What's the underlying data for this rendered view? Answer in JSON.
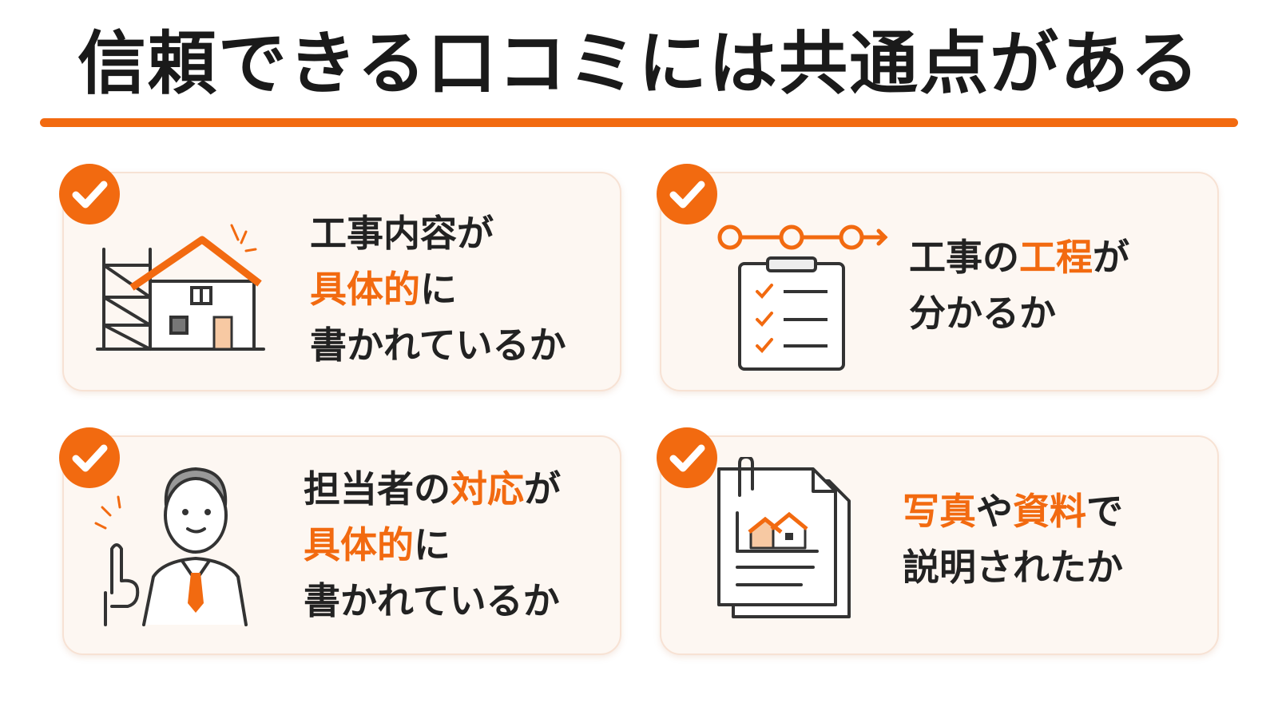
{
  "title": "信頼できる口コミには共通点がある",
  "colors": {
    "accent": "#f26a10",
    "card_bg": "#fdf7f2",
    "text": "#222222"
  },
  "cards": [
    {
      "icon": "house-scaffold-icon",
      "lines": [
        [
          {
            "t": "工事内容が",
            "hl": false
          }
        ],
        [
          {
            "t": "具体的",
            "hl": true
          },
          {
            "t": "に",
            "hl": false
          }
        ],
        [
          {
            "t": "書かれているか",
            "hl": false
          }
        ]
      ]
    },
    {
      "icon": "clipboard-checklist-icon",
      "lines": [
        [
          {
            "t": "工事の",
            "hl": false
          },
          {
            "t": "工程",
            "hl": true
          },
          {
            "t": "が",
            "hl": false
          }
        ],
        [
          {
            "t": "分かるか",
            "hl": false
          }
        ]
      ]
    },
    {
      "icon": "person-pointing-icon",
      "lines": [
        [
          {
            "t": "担当者の",
            "hl": false
          },
          {
            "t": "対応",
            "hl": true
          },
          {
            "t": "が",
            "hl": false
          }
        ],
        [
          {
            "t": "具体的",
            "hl": true
          },
          {
            "t": "に",
            "hl": false
          }
        ],
        [
          {
            "t": "書かれているか",
            "hl": false
          }
        ]
      ]
    },
    {
      "icon": "document-photo-icon",
      "lines": [
        [
          {
            "t": "写真",
            "hl": true
          },
          {
            "t": "や",
            "hl": false
          },
          {
            "t": "資料",
            "hl": true
          },
          {
            "t": "で",
            "hl": false
          }
        ],
        [
          {
            "t": "説明されたか",
            "hl": false
          }
        ]
      ]
    }
  ]
}
